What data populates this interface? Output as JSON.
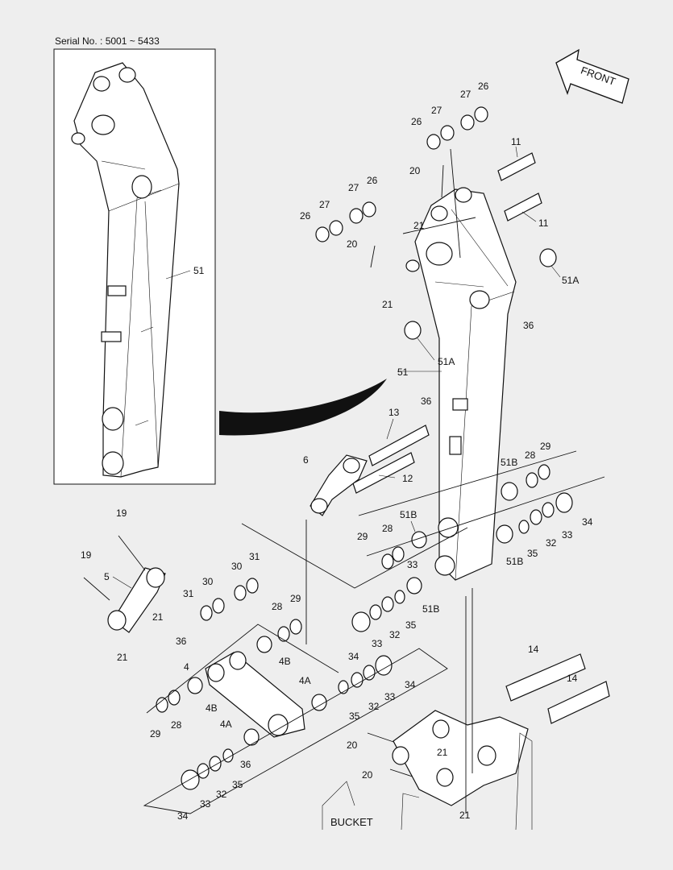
{
  "header": {
    "serial": "Serial No. : 5001 ~ 5433"
  },
  "direction": {
    "label": "FRONT"
  },
  "bucket_label": "BUCKET",
  "callouts": [
    {
      "id": "c51-inset",
      "text": "51"
    },
    {
      "id": "c11a",
      "text": "11"
    },
    {
      "id": "c11b",
      "text": "11"
    },
    {
      "id": "c26a",
      "text": "26"
    },
    {
      "id": "c27a",
      "text": "27"
    },
    {
      "id": "c26b",
      "text": "26"
    },
    {
      "id": "c27b",
      "text": "27"
    },
    {
      "id": "c20a",
      "text": "20"
    },
    {
      "id": "c27c",
      "text": "27"
    },
    {
      "id": "c26c",
      "text": "26"
    },
    {
      "id": "c26d",
      "text": "26"
    },
    {
      "id": "c27d",
      "text": "27"
    },
    {
      "id": "c21a",
      "text": "21"
    },
    {
      "id": "c20b",
      "text": "20"
    },
    {
      "id": "c21b",
      "text": "21"
    },
    {
      "id": "c51Aa",
      "text": "51A"
    },
    {
      "id": "c36a",
      "text": "36"
    },
    {
      "id": "c51Ab",
      "text": "51A"
    },
    {
      "id": "c51",
      "text": "51"
    },
    {
      "id": "c36b",
      "text": "36"
    },
    {
      "id": "c13",
      "text": "13"
    },
    {
      "id": "c6",
      "text": "6"
    },
    {
      "id": "c12",
      "text": "12"
    },
    {
      "id": "c51Ba",
      "text": "51B"
    },
    {
      "id": "c28a",
      "text": "28"
    },
    {
      "id": "c29a",
      "text": "29"
    },
    {
      "id": "c34a",
      "text": "34"
    },
    {
      "id": "c33a",
      "text": "33"
    },
    {
      "id": "c32a",
      "text": "32"
    },
    {
      "id": "c35a",
      "text": "35"
    },
    {
      "id": "c51Bb",
      "text": "51B"
    },
    {
      "id": "c19a",
      "text": "19"
    },
    {
      "id": "c19b",
      "text": "19"
    },
    {
      "id": "c5",
      "text": "5"
    },
    {
      "id": "c21c",
      "text": "21"
    },
    {
      "id": "c21d",
      "text": "21"
    },
    {
      "id": "c30a",
      "text": "30"
    },
    {
      "id": "c31a",
      "text": "31"
    },
    {
      "id": "c31b",
      "text": "31"
    },
    {
      "id": "c30b",
      "text": "30"
    },
    {
      "id": "c51Bc",
      "text": "51B"
    },
    {
      "id": "c29b",
      "text": "29"
    },
    {
      "id": "c28b",
      "text": "28"
    },
    {
      "id": "c33b",
      "text": "33"
    },
    {
      "id": "c29c",
      "text": "29"
    },
    {
      "id": "c28c",
      "text": "28"
    },
    {
      "id": "c51Bd",
      "text": "51B"
    },
    {
      "id": "c34b",
      "text": "34"
    },
    {
      "id": "c33c",
      "text": "33"
    },
    {
      "id": "c32b",
      "text": "32"
    },
    {
      "id": "c35b",
      "text": "35"
    },
    {
      "id": "c36c",
      "text": "36"
    },
    {
      "id": "c4",
      "text": "4"
    },
    {
      "id": "c4B1",
      "text": "4B"
    },
    {
      "id": "c4B2",
      "text": "4B"
    },
    {
      "id": "c4Aa",
      "text": "4A"
    },
    {
      "id": "c34c",
      "text": "34"
    },
    {
      "id": "c33d",
      "text": "33"
    },
    {
      "id": "c32c",
      "text": "32"
    },
    {
      "id": "c35c",
      "text": "35"
    },
    {
      "id": "c29d",
      "text": "29"
    },
    {
      "id": "c28d",
      "text": "28"
    },
    {
      "id": "c4Ab",
      "text": "4A"
    },
    {
      "id": "c36d",
      "text": "36"
    },
    {
      "id": "c35d",
      "text": "35"
    },
    {
      "id": "c32d",
      "text": "32"
    },
    {
      "id": "c33e",
      "text": "33"
    },
    {
      "id": "c34d",
      "text": "34"
    },
    {
      "id": "c14a",
      "text": "14"
    },
    {
      "id": "c14b",
      "text": "14"
    },
    {
      "id": "c20c",
      "text": "20"
    },
    {
      "id": "c21e",
      "text": "21"
    },
    {
      "id": "c20d",
      "text": "20"
    },
    {
      "id": "c21f",
      "text": "21"
    }
  ]
}
